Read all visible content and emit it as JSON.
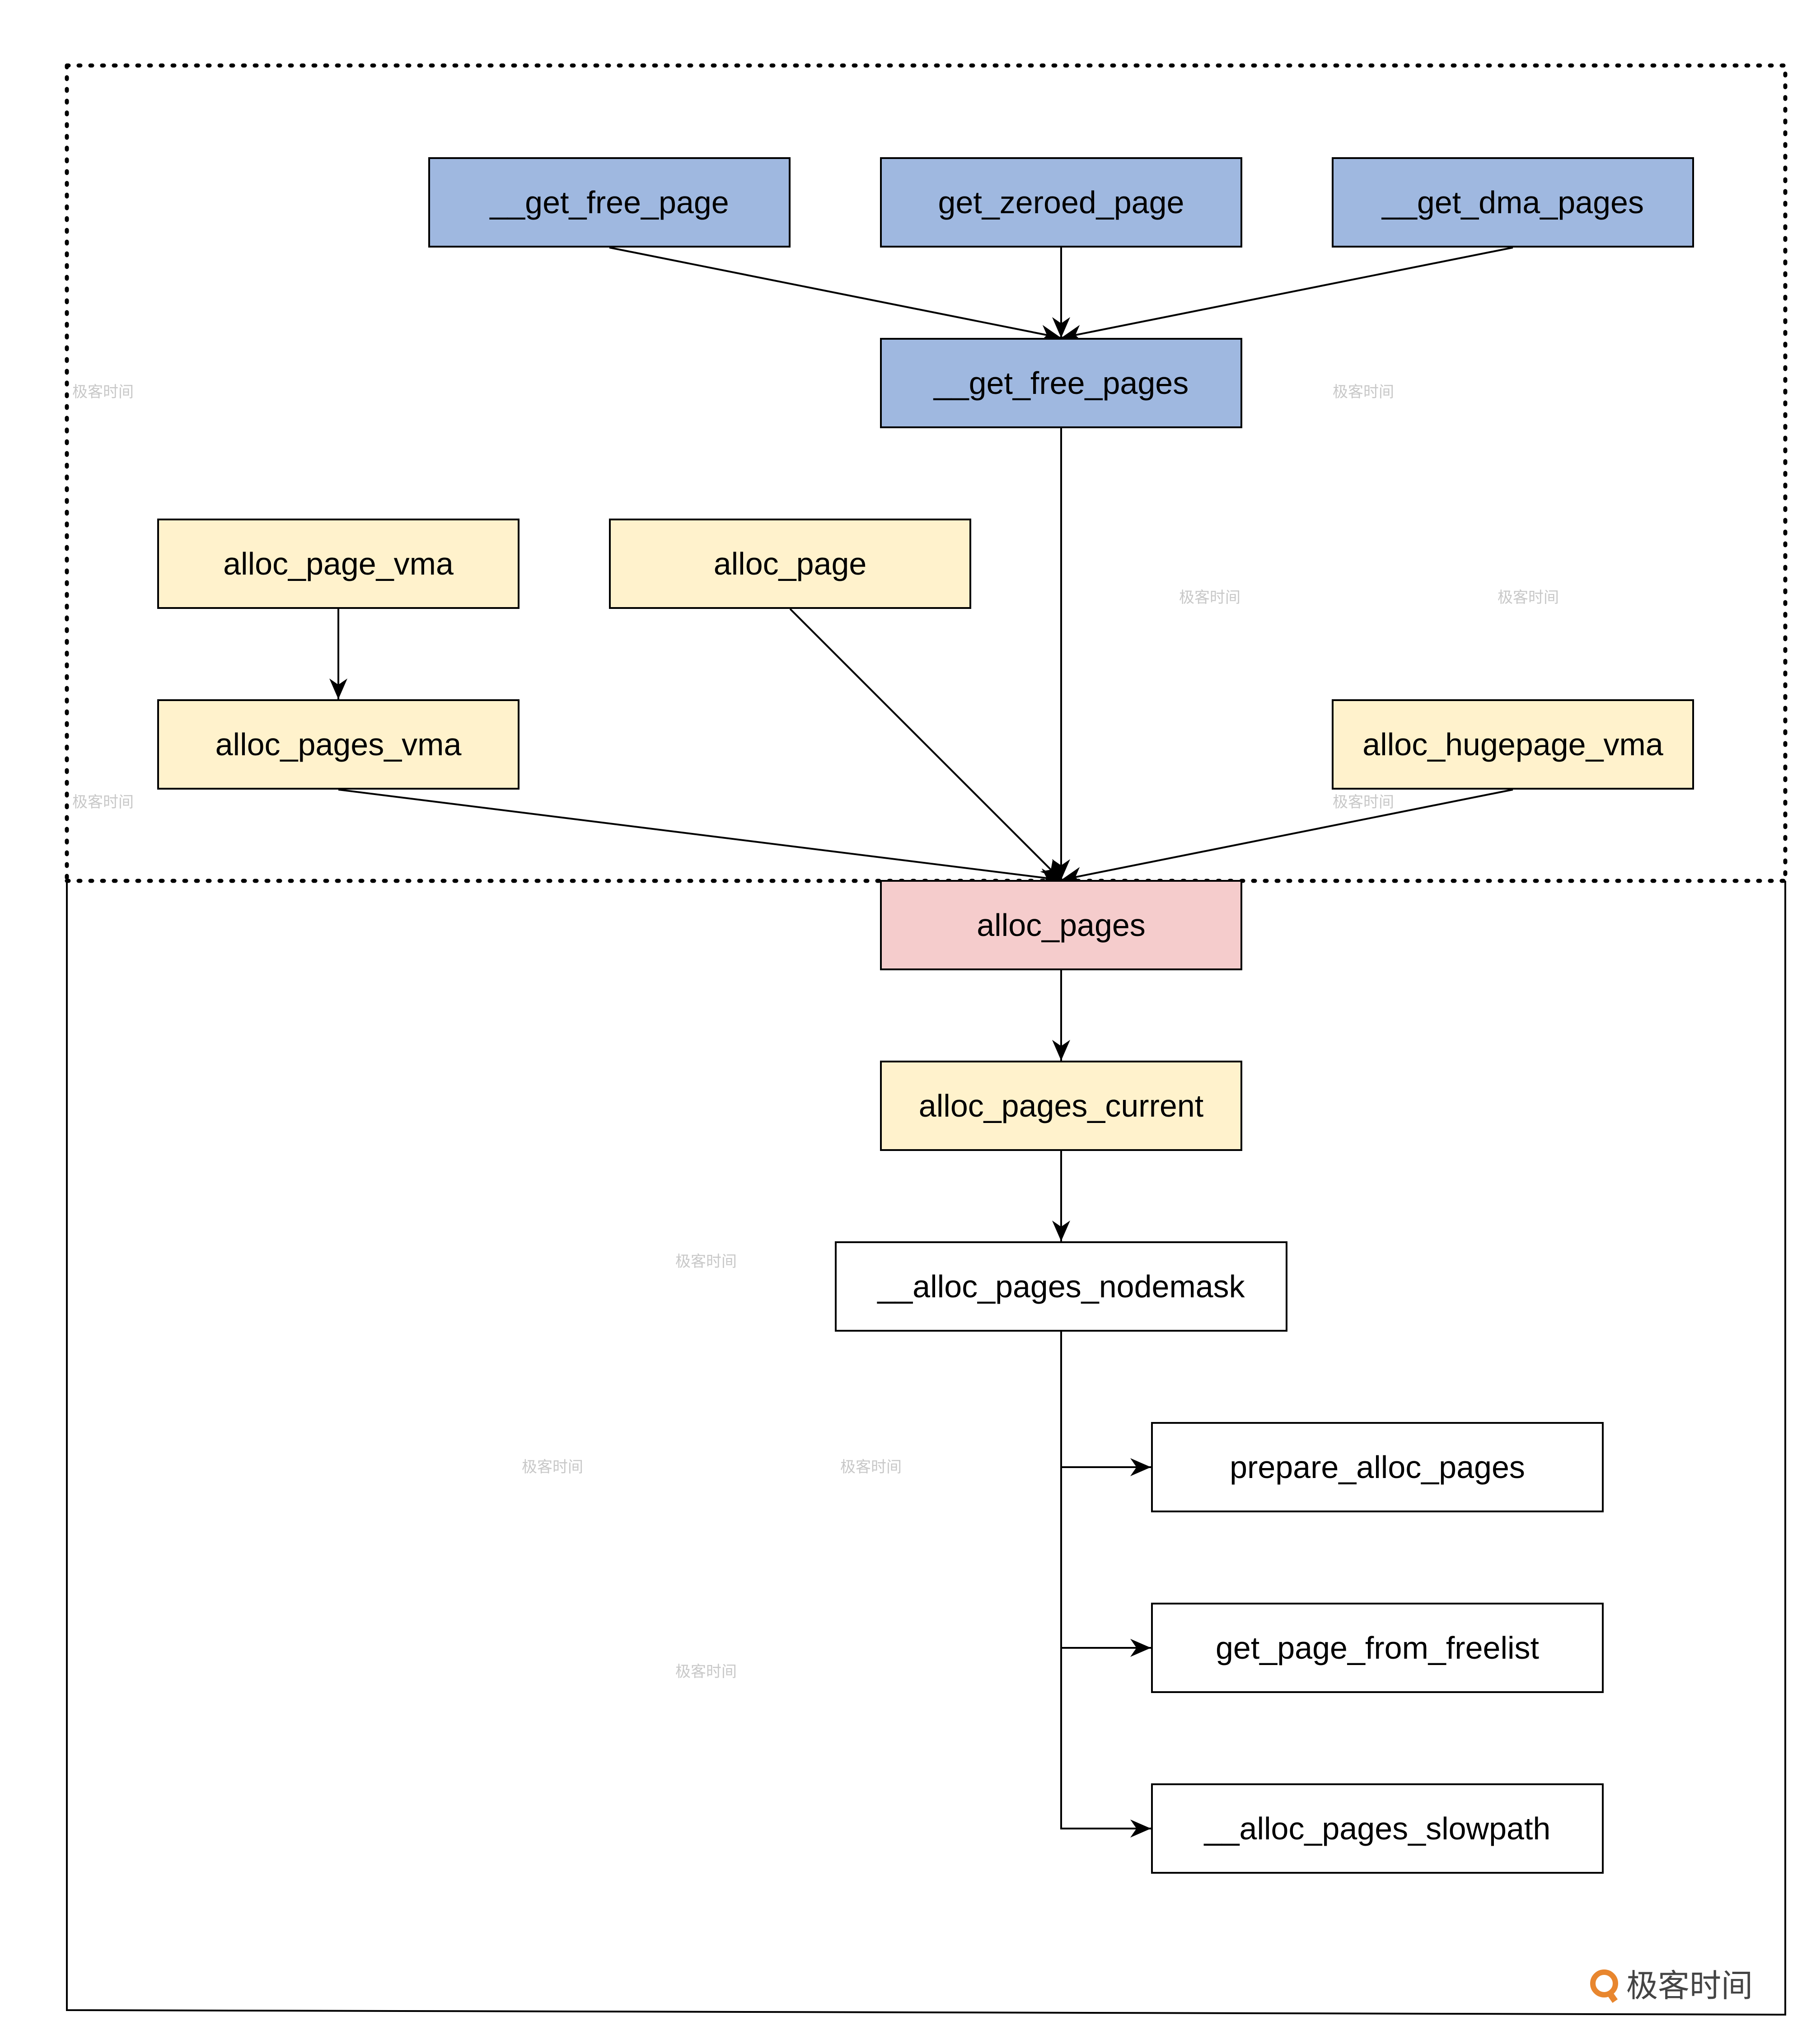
{
  "nodes": {
    "get_free_page": "__get_free_page",
    "get_zeroed_page": "get_zeroed_page",
    "get_dma_pages": "__get_dma_pages",
    "get_free_pages": "__get_free_pages",
    "alloc_page_vma": "alloc_page_vma",
    "alloc_page": "alloc_page",
    "alloc_pages_vma": "alloc_pages_vma",
    "alloc_hugepage_vma": "alloc_hugepage_vma",
    "alloc_pages": "alloc_pages",
    "alloc_pages_current": "alloc_pages_current",
    "alloc_pages_nodemask": "__alloc_pages_nodemask",
    "prepare_alloc_pages": "prepare_alloc_pages",
    "get_page_from_freelist": "get_page_from_freelist",
    "alloc_pages_slowpath": "__alloc_pages_slowpath"
  },
  "colors": {
    "blue": "#9fb8e0",
    "yellow": "#fff2cc",
    "pink": "#f5cccc",
    "white": "#ffffff"
  },
  "watermark": "极客时间",
  "brand": "极客时间"
}
